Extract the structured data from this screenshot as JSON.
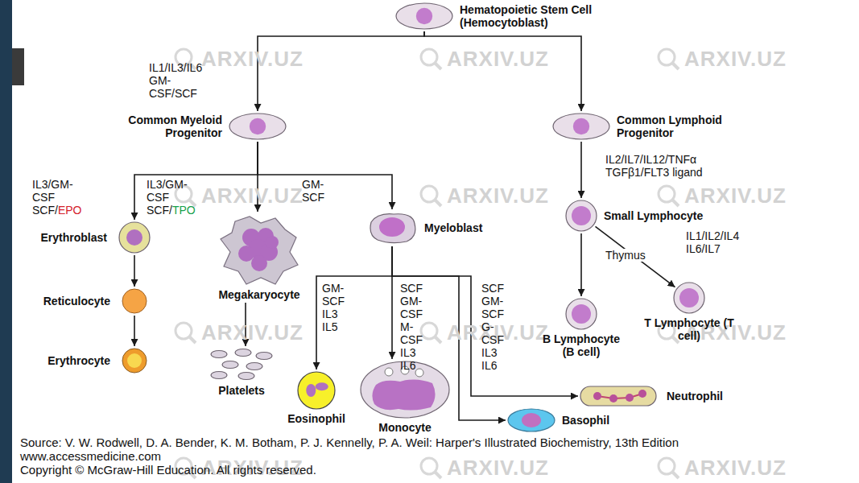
{
  "diagram": {
    "nodes": [
      {
        "text": [
          "Hematopoietic Stem Cell (Hemocytoblast)"
        ]
      },
      {
        "text": [
          "Common Myeloid Progenitor"
        ]
      },
      {
        "text": [
          "Common Lymphoid Progenitor"
        ]
      },
      {
        "text": [
          "Erythroblast"
        ]
      },
      {
        "text": [
          "Megakaryocyte"
        ]
      },
      {
        "text": [
          "Myeloblast"
        ]
      },
      {
        "text": [
          "Small Lymphocyte"
        ]
      },
      {
        "text": [
          "Reticulocyte"
        ]
      },
      {
        "text": [
          "Erythrocyte"
        ]
      },
      {
        "text": [
          "Platelets"
        ]
      },
      {
        "text": [
          "Eosinophil"
        ]
      },
      {
        "text": [
          "Monocyte"
        ]
      },
      {
        "text": [
          "Neutrophil"
        ]
      },
      {
        "text": [
          "Basophil"
        ]
      },
      {
        "text": [
          "B Lymphocyte (B cell)"
        ]
      },
      {
        "text": [
          "T Lymphocyte (T cell)"
        ]
      }
    ],
    "edges": [
      {
        "from": 0,
        "to": 1,
        "arrow": "to",
        "label": "IL1/IL3/IL6 GM-CSF/SCF"
      },
      {
        "from": 0,
        "to": 2,
        "arrow": "to"
      },
      {
        "from": 1,
        "to": 3,
        "arrow": "to",
        "label": "IL3/GM-CSF SCF/EPO"
      },
      {
        "from": 1,
        "to": 4,
        "arrow": "to",
        "label": "IL3/GM-CSF SCF/TPO"
      },
      {
        "from": 1,
        "to": 5,
        "arrow": "to",
        "label": "GM-SCF"
      },
      {
        "from": 2,
        "to": 6,
        "arrow": "to",
        "label": "IL2/IL7/IL12/TNFα TGFβ1/FLT3 ligand"
      },
      {
        "from": 3,
        "to": 7,
        "arrow": "to"
      },
      {
        "from": 7,
        "to": 8,
        "arrow": "to"
      },
      {
        "from": 4,
        "to": 9,
        "arrow": "to"
      },
      {
        "from": 5,
        "to": 10,
        "arrow": "to",
        "label": "GM-SCF IL3 IL5"
      },
      {
        "from": 5,
        "to": 11,
        "arrow": "to",
        "label": "SCF GM-CSF M-CSF IL3 IL6"
      },
      {
        "from": 5,
        "to": 12,
        "arrow": "to",
        "label": "SCF GM-SCF G-CSF IL3 IL6"
      },
      {
        "from": 5,
        "to": 13,
        "arrow": "to"
      },
      {
        "from": 6,
        "to": 14,
        "arrow": "to"
      },
      {
        "from": 6,
        "to": 15,
        "arrow": "to",
        "label": "Thymus"
      }
    ],
    "labels": [
      "IL1/IL2/IL4 IL6/IL7",
      "Source: V. W. Rodwell, D. A. Bender, K. M. Botham, P. J. Kennelly, P. A. Weil: Harper's Illustrated Biochemistry, 13th Edition",
      "www.accessmedicine.com",
      "Copyright © McGraw-Hill Education. All rights reserved.",
      "ARXIV.UZ",
      "ARXIV.UZ",
      "ARXIV.UZ",
      "ARXIV.UZ",
      "ARXIV.UZ",
      "ARXIV.UZ",
      "ARXIV.UZ",
      "ARXIV.UZ",
      "ARXIV.UZ",
      "ARXIV.UZ",
      "ARXIV.UZ",
      "ARXIV.UZ"
    ]
  }
}
